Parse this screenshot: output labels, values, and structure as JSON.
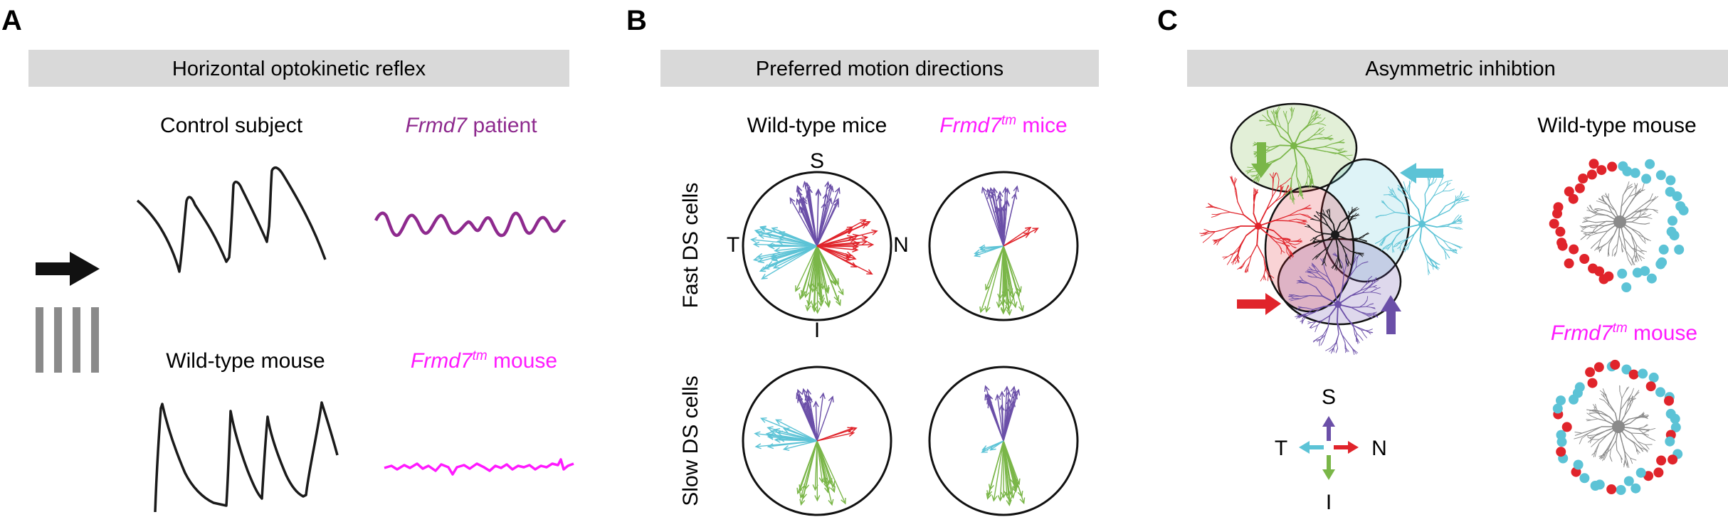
{
  "panels": {
    "a": {
      "letter": "A",
      "header": "Horizontal optokinetic reflex",
      "control": "Control subject",
      "patient_gene": "Frmd7",
      "patient_suffix": " patient",
      "wt_mouse": "Wild-type mouse",
      "mut_gene": "Frmd7",
      "mut_sup": "tm",
      "mut_suffix": " mouse"
    },
    "b": {
      "letter": "B",
      "header": "Preferred motion directions",
      "wt_title": "Wild-type mice",
      "mut_gene": "Frmd7",
      "mut_sup": "tm",
      "mut_suffix": " mice",
      "row_fast": "Fast DS cells",
      "row_slow": "Slow DS cells",
      "dir_s": "S",
      "dir_i": "I",
      "dir_t": "T",
      "dir_n": "N"
    },
    "c": {
      "letter": "C",
      "header": "Asymmetric inhibtion",
      "wt_title": "Wild-type mouse",
      "mut_gene": "Frmd7",
      "mut_sup": "tm",
      "mut_suffix": " mouse",
      "compass_s": "S",
      "compass_i": "I",
      "compass_t": "T",
      "compass_n": "N"
    }
  },
  "colors": {
    "header_bg": "#d9d9d9",
    "trace": "#1a1a1a",
    "patient": "#8e2a8e",
    "mutant": "#ff1aff",
    "superior": "#6b4fa8",
    "inferior": "#7ab648",
    "temporal": "#5cc3d6",
    "nasal": "#e0242b",
    "dendrite": "#8a8a8a",
    "soma": "#1a1a1a"
  }
}
